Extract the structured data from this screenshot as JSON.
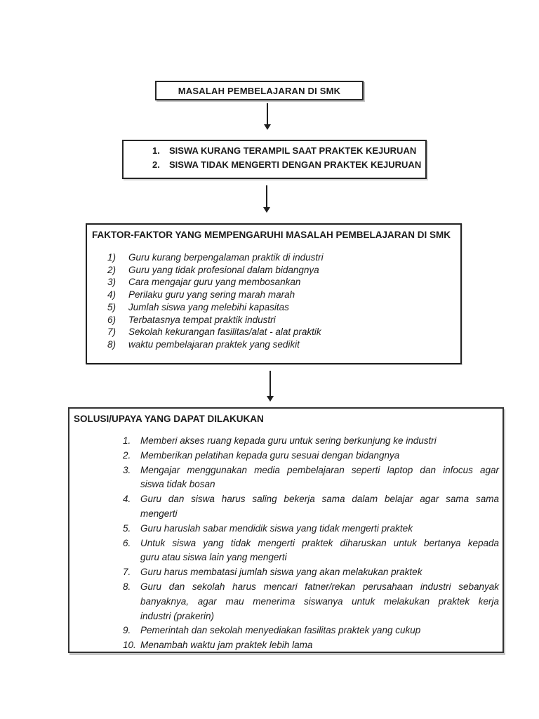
{
  "colors": {
    "background": "#ffffff",
    "text": "#1b1b1b",
    "border": "#262626",
    "arrow": "#1f1f1f"
  },
  "flow": {
    "box1": {
      "title": "MASALAH PEMBELAJARAN DI SMK"
    },
    "box2": {
      "items": [
        {
          "num": "1.",
          "text": "SISWA KURANG TERAMPIL SAAT PRAKTEK KEJURUAN"
        },
        {
          "num": "2.",
          "text": "SISWA TIDAK MENGERTI DENGAN PRAKTEK KEJURUAN"
        }
      ]
    },
    "box3": {
      "title": "FAKTOR-FAKTOR YANG MEMPENGARUHI MASALAH PEMBELAJARAN DI SMK",
      "items": [
        {
          "num": "1)",
          "text": "Guru kurang berpengalaman praktik di industri"
        },
        {
          "num": "2)",
          "text": "Guru yang tidak profesional dalam bidangnya"
        },
        {
          "num": "3)",
          "text": "Cara mengajar guru yang membosankan"
        },
        {
          "num": "4)",
          "text": "Perilaku guru yang sering marah marah"
        },
        {
          "num": "5)",
          "text": "Jumlah siswa yang melebihi kapasitas"
        },
        {
          "num": "6)",
          "text": "Terbatasnya tempat praktik industri"
        },
        {
          "num": "7)",
          "text": "Sekolah kekurangan fasilitas/alat -  alat  praktik"
        },
        {
          "num": "8)",
          "text": "waktu pembelajaran praktek yang sedikit"
        }
      ]
    },
    "box4": {
      "title": "SOLUSI/UPAYA YANG DAPAT DILAKUKAN",
      "items": [
        {
          "num": "1.",
          "lines": [
            "Memberi akses ruang kepada guru untuk sering berkunjung ke industri"
          ]
        },
        {
          "num": "2.",
          "lines": [
            "Memberikan pelatihan kepada guru sesuai dengan bidangnya"
          ]
        },
        {
          "num": "3.",
          "lines": [
            "Mengajar menggunakan media pembelajaran seperti laptop dan infocus agar",
            "siswa tidak bosan"
          ]
        },
        {
          "num": "4.",
          "lines": [
            "Guru dan siswa harus saling bekerja sama dalam belajar agar sama sama",
            "mengerti"
          ]
        },
        {
          "num": "5.",
          "lines": [
            "Guru haruslah sabar mendidik siswa yang tidak mengerti praktek"
          ]
        },
        {
          "num": "6.",
          "lines": [
            "Untuk siswa yang tidak mengerti praktek diharuskan untuk bertanya kepada",
            "guru atau siswa lain yang mengerti"
          ]
        },
        {
          "num": "7.",
          "lines": [
            "Guru harus membatasi jumlah siswa yang akan melakukan praktek"
          ]
        },
        {
          "num": "8.",
          "lines": [
            "Guru dan sekolah harus mencari fatner/rekan perusahaan industri sebanyak",
            "banyaknya, agar mau menerima siswanya untuk melakukan praktek kerja",
            "industri (prakerin)"
          ]
        },
        {
          "num": "9.",
          "lines": [
            "Pemerintah dan sekolah menyediakan fasilitas praktek yang cukup"
          ]
        },
        {
          "num": "10.",
          "lines": [
            "Menambah waktu jam praktek lebih lama"
          ]
        }
      ]
    }
  }
}
